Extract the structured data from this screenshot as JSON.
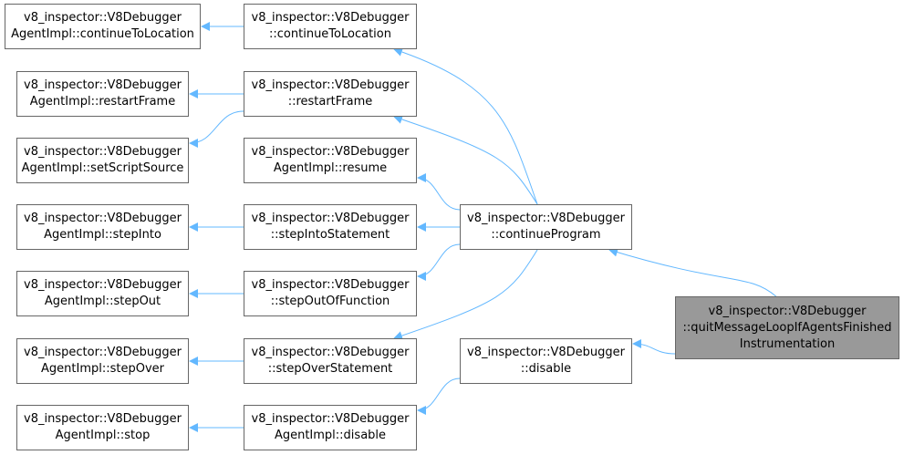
{
  "diagram": {
    "edge_color": "#63b8ff",
    "node_border_color": "#666666",
    "target_fill_color": "#999999",
    "nodes": {
      "agent_continueToLocation": [
        "v8_inspector::V8Debugger",
        "AgentImpl::continueToLocation"
      ],
      "dbg_continueToLocation": [
        "v8_inspector::V8Debugger",
        "::continueToLocation"
      ],
      "agent_restartFrame": [
        "v8_inspector::V8Debugger",
        "AgentImpl::restartFrame"
      ],
      "dbg_restartFrame": [
        "v8_inspector::V8Debugger",
        "::restartFrame"
      ],
      "agent_setScriptSource": [
        "v8_inspector::V8Debugger",
        "AgentImpl::setScriptSource"
      ],
      "agent_resume": [
        "v8_inspector::V8Debugger",
        "AgentImpl::resume"
      ],
      "agent_stepInto": [
        "v8_inspector::V8Debugger",
        "AgentImpl::stepInto"
      ],
      "dbg_stepIntoStatement": [
        "v8_inspector::V8Debugger",
        "::stepIntoStatement"
      ],
      "dbg_continueProgram": [
        "v8_inspector::V8Debugger",
        "::continueProgram"
      ],
      "agent_stepOut": [
        "v8_inspector::V8Debugger",
        "AgentImpl::stepOut"
      ],
      "dbg_stepOutOfFunction": [
        "v8_inspector::V8Debugger",
        "::stepOutOfFunction"
      ],
      "dbg_quitMessageLoop": [
        "v8_inspector::V8Debugger",
        "::quitMessageLoopIfAgentsFinished",
        "Instrumentation"
      ],
      "agent_stepOver": [
        "v8_inspector::V8Debugger",
        "AgentImpl::stepOver"
      ],
      "dbg_stepOverStatement": [
        "v8_inspector::V8Debugger",
        "::stepOverStatement"
      ],
      "dbg_disable": [
        "v8_inspector::V8Debugger",
        "::disable"
      ],
      "agent_stop": [
        "v8_inspector::V8Debugger",
        "AgentImpl::stop"
      ],
      "agent_disable": [
        "v8_inspector::V8Debugger",
        "AgentImpl::disable"
      ]
    },
    "edges": [
      [
        "dbg_continueToLocation",
        "agent_continueToLocation"
      ],
      [
        "dbg_restartFrame",
        "agent_restartFrame"
      ],
      [
        "dbg_restartFrame",
        "agent_setScriptSource"
      ],
      [
        "dbg_stepIntoStatement",
        "agent_stepInto"
      ],
      [
        "dbg_stepOutOfFunction",
        "agent_stepOut"
      ],
      [
        "dbg_stepOverStatement",
        "agent_stepOver"
      ],
      [
        "agent_disable",
        "agent_stop"
      ],
      [
        "dbg_continueProgram",
        "dbg_continueToLocation"
      ],
      [
        "dbg_continueProgram",
        "dbg_restartFrame"
      ],
      [
        "dbg_continueProgram",
        "agent_resume"
      ],
      [
        "dbg_continueProgram",
        "dbg_stepIntoStatement"
      ],
      [
        "dbg_continueProgram",
        "dbg_stepOutOfFunction"
      ],
      [
        "dbg_continueProgram",
        "dbg_stepOverStatement"
      ],
      [
        "dbg_disable",
        "agent_disable"
      ],
      [
        "dbg_quitMessageLoop",
        "dbg_continueProgram"
      ],
      [
        "dbg_quitMessageLoop",
        "dbg_disable"
      ]
    ]
  }
}
